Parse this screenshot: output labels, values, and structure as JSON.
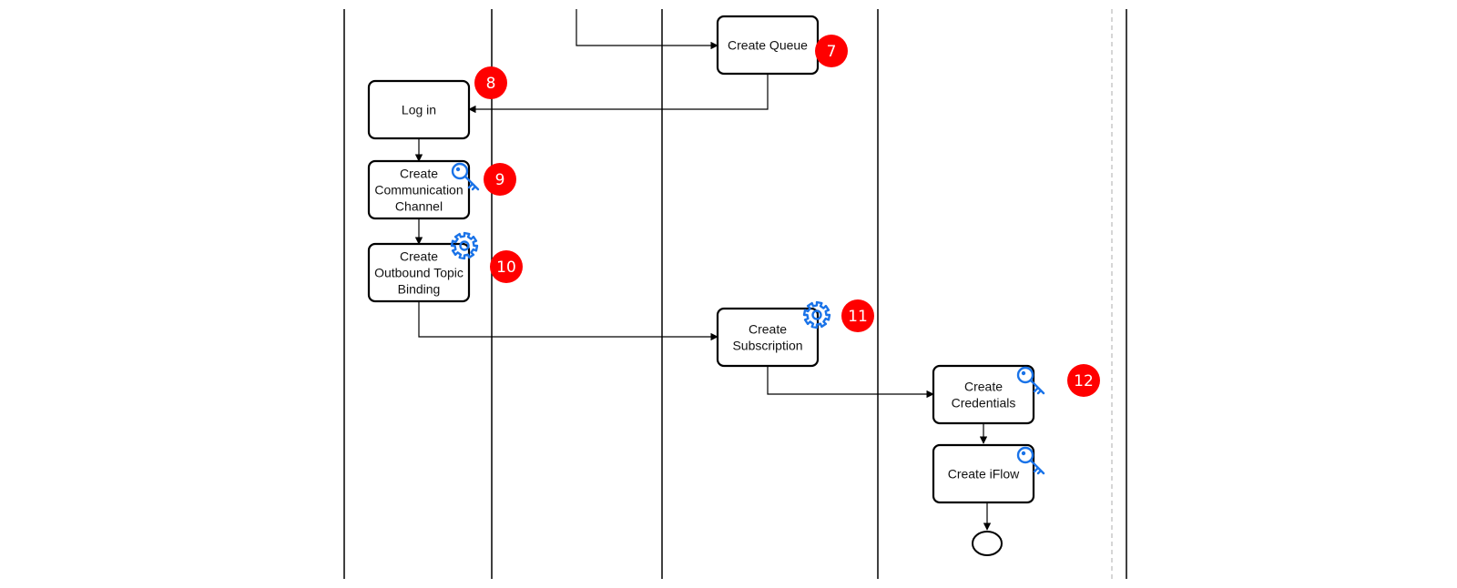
{
  "diagram": {
    "type": "swimlane-process-flow",
    "colors": {
      "badge": "#ff0000",
      "icon": "#1a73e8",
      "line": "#000000",
      "lane_dashed": "#c8c8c8"
    },
    "tasks": [
      {
        "id": "create-queue",
        "lines": [
          "Create Queue"
        ],
        "step": "7",
        "icon": null
      },
      {
        "id": "log-in",
        "lines": [
          "Log in"
        ],
        "step": "8",
        "icon": null
      },
      {
        "id": "create-communication-channel",
        "lines": [
          "Create",
          "Communication",
          "Channel"
        ],
        "step": "9",
        "icon": "key-icon"
      },
      {
        "id": "create-outbound-topic-binding",
        "lines": [
          "Create",
          "Outbound Topic",
          "Binding"
        ],
        "step": "10",
        "icon": "gear-icon"
      },
      {
        "id": "create-subscription",
        "lines": [
          "Create",
          "Subscription"
        ],
        "step": "11",
        "icon": "gear-icon"
      },
      {
        "id": "create-credentials",
        "lines": [
          "Create",
          "Credentials"
        ],
        "step": "12",
        "icon": "key-icon"
      },
      {
        "id": "create-iflow",
        "lines": [
          "Create iFlow"
        ],
        "step": null,
        "icon": "key-icon"
      }
    ],
    "flows": [
      {
        "from": "(incoming)",
        "to": "create-queue"
      },
      {
        "from": "create-queue",
        "to": "log-in"
      },
      {
        "from": "log-in",
        "to": "create-communication-channel"
      },
      {
        "from": "create-communication-channel",
        "to": "create-outbound-topic-binding"
      },
      {
        "from": "create-outbound-topic-binding",
        "to": "create-subscription"
      },
      {
        "from": "create-subscription",
        "to": "create-credentials"
      },
      {
        "from": "create-credentials",
        "to": "create-iflow"
      },
      {
        "from": "create-iflow",
        "to": "end-event"
      }
    ],
    "end_event": {
      "id": "end-event"
    }
  }
}
